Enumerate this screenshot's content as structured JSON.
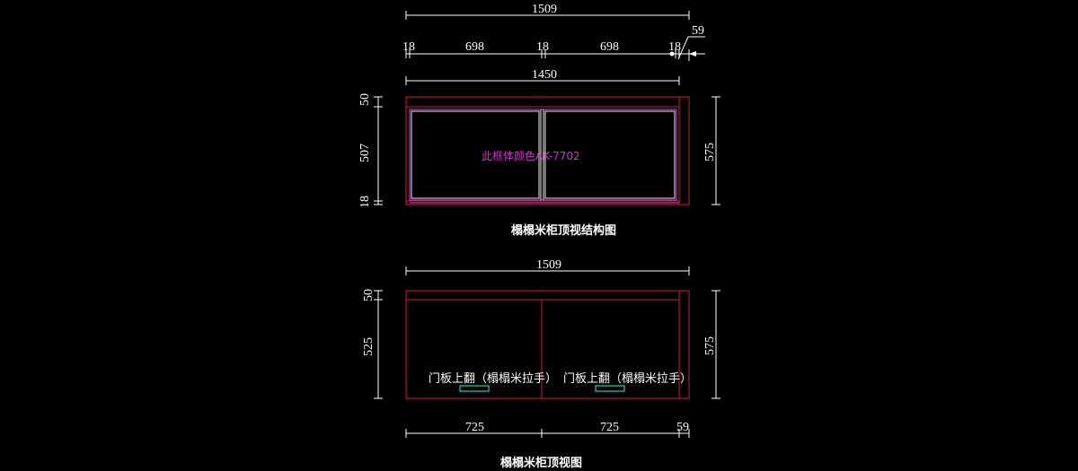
{
  "top_structure": {
    "dim_overall": "1509",
    "dims_segments": [
      "18",
      "698",
      "18",
      "698",
      "18"
    ],
    "dim_side": "59",
    "dim_inner": "1450",
    "dims_left": [
      "50",
      "507",
      "18"
    ],
    "dim_right": "575",
    "note": "此框体颜色AK-7702",
    "caption": "榻榻米柜顶视结构图"
  },
  "top_view": {
    "dim_overall": "1509",
    "dims_left": [
      "50",
      "525"
    ],
    "dim_right": "575",
    "door_label_left": "门板上翻（榻榻米拉手）",
    "door_label_right": "门板上翻（榻榻米拉手）",
    "dims_bottom": [
      "725",
      "725",
      "59"
    ],
    "caption": "榻榻米柜顶视图"
  },
  "colors": {
    "background": "#000000",
    "dimension": "#ffffff",
    "outline": "#e0143c",
    "frame": "#b040c0",
    "handle": "#2ec7c7"
  }
}
